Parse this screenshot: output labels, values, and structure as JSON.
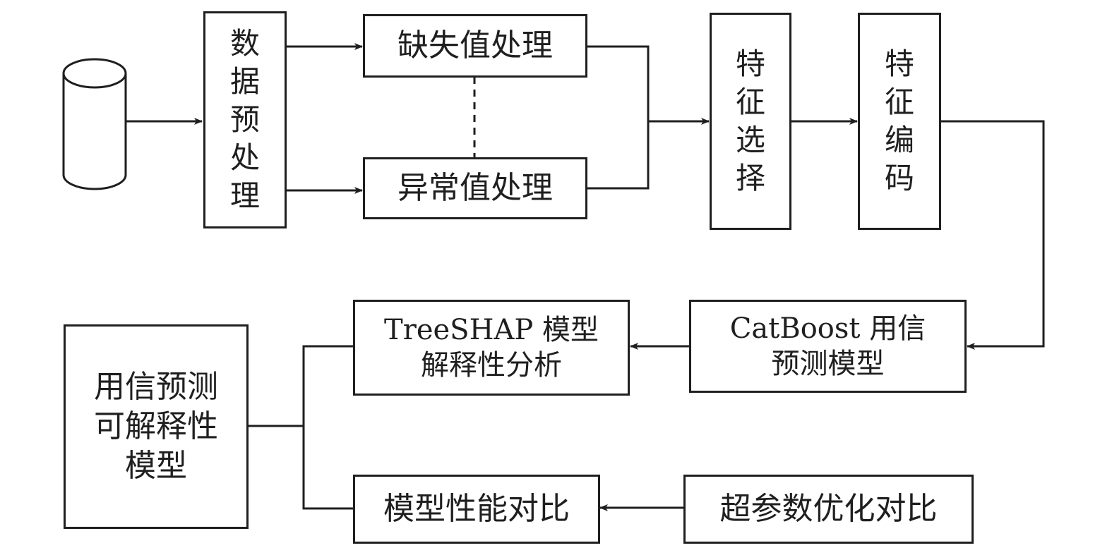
{
  "nodes": {
    "preprocess": "数据预处理",
    "missing": "缺失值处理",
    "outlier": "异常值处理",
    "select": "特征选择",
    "encode": "特征编码",
    "catboost": [
      "CatBoost 用信",
      "预测模型"
    ],
    "treeshap": [
      "TreeSHAP 模型",
      "解释性分析"
    ],
    "result": [
      "用信预测",
      "可解释性",
      "模型"
    ],
    "compare": "模型性能对比",
    "hyper": "超参数优化对比"
  },
  "colors": {
    "line": "#1f1f1f",
    "fill": "#ffffff"
  }
}
